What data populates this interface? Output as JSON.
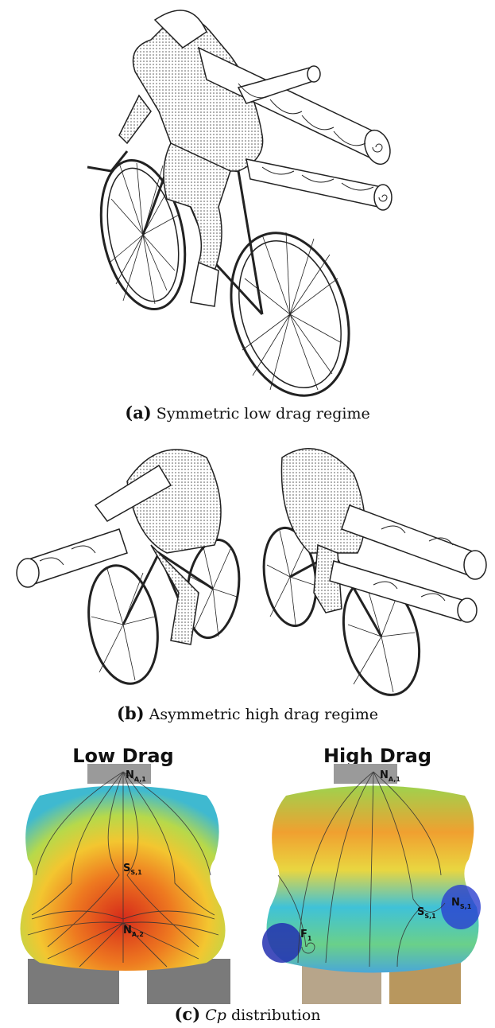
{
  "panel_a": {
    "label": "(a)",
    "caption": "Symmetric low drag regime"
  },
  "panel_b": {
    "label": "(b)",
    "caption": "Asymmetric high drag regime"
  },
  "panel_c": {
    "label": "(c)",
    "caption_var": "Cp",
    "caption_rest": "distribution",
    "left_title": "Low Drag",
    "right_title": "High Drag",
    "left_points": [
      {
        "base": "N",
        "sub": "A,1"
      },
      {
        "base": "S",
        "sub": "S,1"
      },
      {
        "base": "N",
        "sub": "A,2"
      }
    ],
    "right_points": [
      {
        "base": "N",
        "sub": "A,1"
      },
      {
        "base": "N",
        "sub": "S,1"
      },
      {
        "base": "S",
        "sub": "S,1"
      },
      {
        "base": "F",
        "sub": "1"
      }
    ]
  }
}
